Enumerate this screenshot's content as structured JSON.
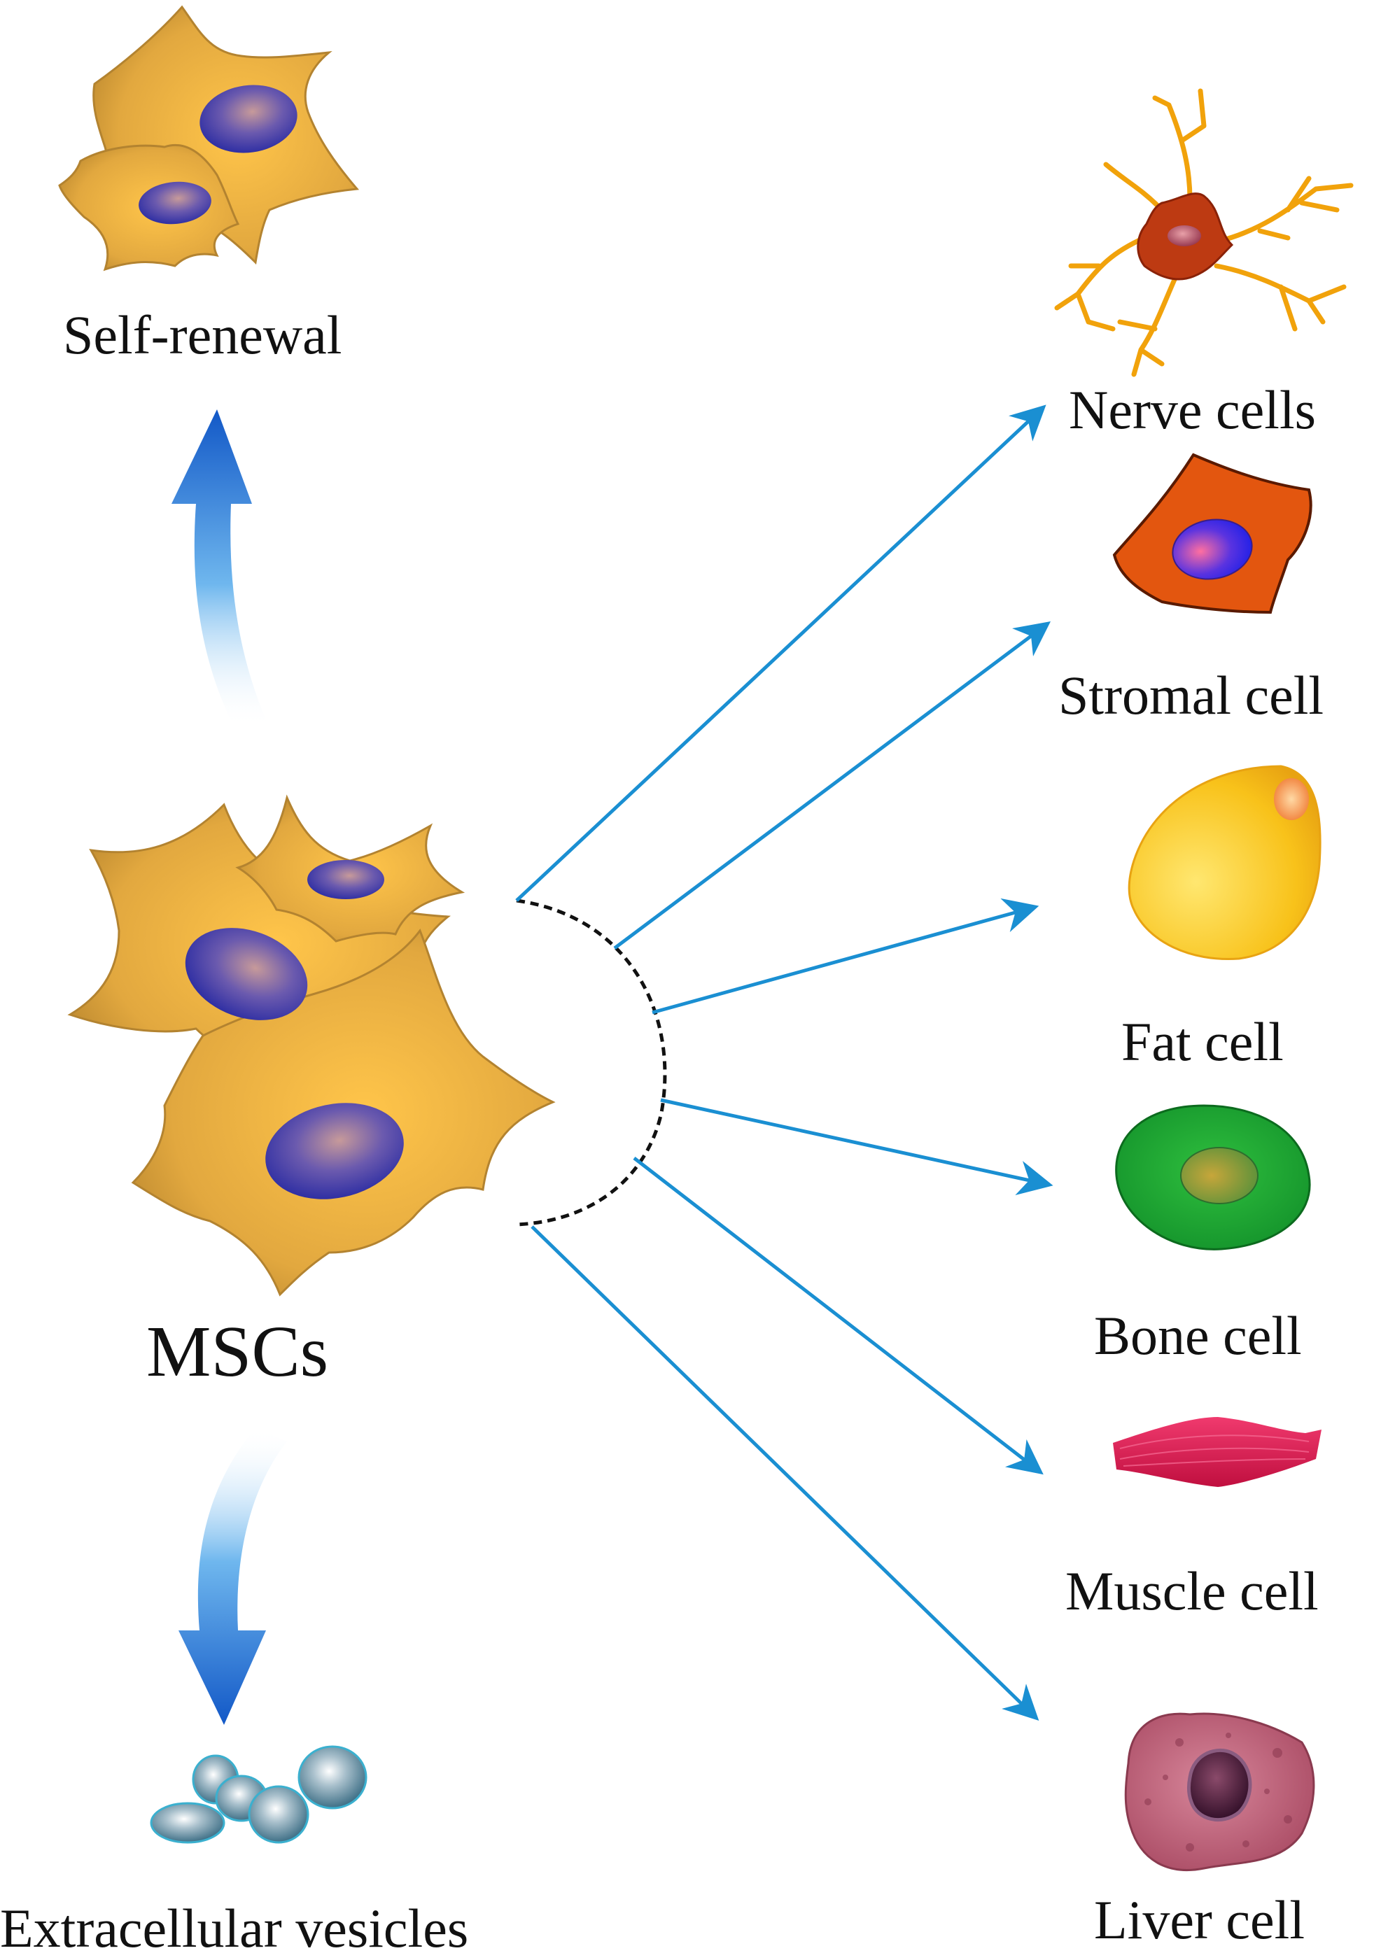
{
  "labels": {
    "self_renewal": "Self-renewal",
    "mscs": "MSCs",
    "extracellular_vesicles": "Extracellular vesicles"
  },
  "cell_types": [
    {
      "id": "nerve",
      "label": "Nerve cells",
      "color": "#c23a0e",
      "icon": "nerve-cell-icon"
    },
    {
      "id": "stromal",
      "label": "Stromal cell",
      "color": "#e3560f",
      "icon": "stromal-cell-icon"
    },
    {
      "id": "fat",
      "label": "Fat cell",
      "color": "#f8c21a",
      "icon": "fat-cell-icon"
    },
    {
      "id": "bone",
      "label": "Bone cell",
      "color": "#1aa12d",
      "icon": "bone-cell-icon"
    },
    {
      "id": "muscle",
      "label": "Muscle cell",
      "color": "#d4144a",
      "icon": "muscle-cell-icon"
    },
    {
      "id": "liver",
      "label": "Liver cell",
      "color": "#b4586e",
      "icon": "liver-cell-icon"
    }
  ],
  "colors": {
    "msc_body": "#d9a43e",
    "nucleus": "#2a2fa3",
    "arrow": "#1a8fd2",
    "vesicle": "#5d8fa6"
  }
}
